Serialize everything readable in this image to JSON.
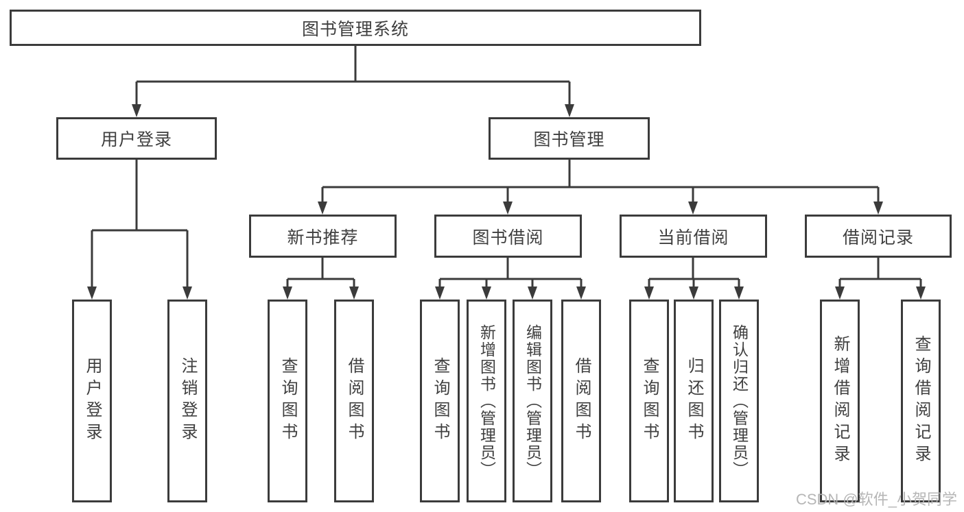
{
  "diagram": {
    "root": {
      "label": "图书管理系统"
    },
    "level2": [
      {
        "label": "用户登录"
      },
      {
        "label": "图书管理"
      }
    ],
    "level3": [
      {
        "label": "新书推荐"
      },
      {
        "label": "图书借阅"
      },
      {
        "label": "当前借阅"
      },
      {
        "label": "借阅记录"
      }
    ],
    "leaves": {
      "user_login": [
        {
          "label": "用户登录"
        },
        {
          "label": "注销登录"
        }
      ],
      "new_book": [
        {
          "label": "查询图书"
        },
        {
          "label": "借阅图书"
        }
      ],
      "book_borrow": [
        {
          "label": "查询图书"
        },
        {
          "label": "新增图书（管理员）"
        },
        {
          "label": "编辑图书（管理员）"
        },
        {
          "label": "借阅图书"
        }
      ],
      "current_borrow": [
        {
          "label": "查询图书"
        },
        {
          "label": "归还图书"
        },
        {
          "label": "确认归还（管理员）"
        }
      ],
      "borrow_record": [
        {
          "label": "新增借阅记录"
        },
        {
          "label": "查询借阅记录"
        }
      ]
    }
  },
  "watermark": "CSDN @软件_小贺同学",
  "colors": {
    "line": "#3b3b3b",
    "text": "#3f3f3f",
    "watermark": "#b2b2b2",
    "background": "#ffffff"
  }
}
